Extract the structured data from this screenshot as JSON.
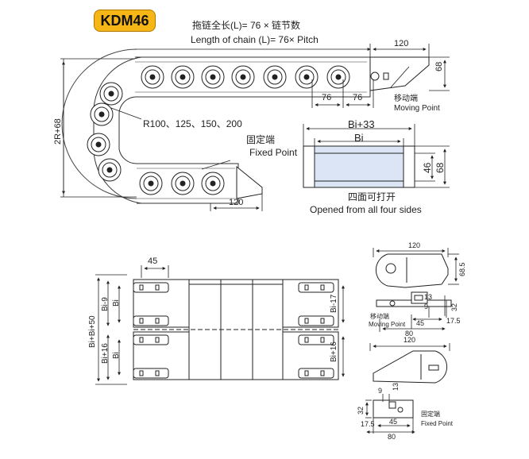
{
  "model": "KDM46",
  "top_view": {
    "length_cn": "拖链全长(L)= 76 × 链节数",
    "length_en": "Length of chain (L)= 76× Pitch",
    "dim_120_top": "120",
    "dim_68_right": "68",
    "pitch_1": "76",
    "pitch_2": "76",
    "moving_cn": "移动端",
    "moving_en": "Moving Point",
    "radius": "R100、125、150、200",
    "dim_2r": "2R+68",
    "fixed_cn": "固定端",
    "fixed_en": "Fixed Point",
    "dim_120_bottom": "120"
  },
  "cross_section": {
    "outer": "Bi+33",
    "inner": "Bi",
    "h_inner": "46",
    "h_outer": "68",
    "open_cn": "四面可打开",
    "open_en": "Opened from all four sides"
  },
  "plan_view": {
    "dim_45": "45",
    "left_total": "Bi+Bi+50",
    "left_bi9": "Bi-9",
    "left_bi16": "Bi+16",
    "left_bi_top": "Bi",
    "left_bi_bottom": "Bi",
    "right_bi17": "Bi-17",
    "right_bi16": "Bi+16"
  },
  "bracket_moving": {
    "width": "120",
    "height": "68.5",
    "d13": "13",
    "d9": "9",
    "d32": "32",
    "d17_5": "17.5",
    "d45": "45",
    "d80": "80",
    "label_cn": "移动端",
    "label_en": "Moving Point"
  },
  "bracket_fixed": {
    "width": "120",
    "d9": "9",
    "d13": "13",
    "d32": "32",
    "d17_5": "17.5",
    "d45": "45",
    "d80": "80",
    "label_cn": "固定端",
    "label_en": "Fixed Point"
  }
}
